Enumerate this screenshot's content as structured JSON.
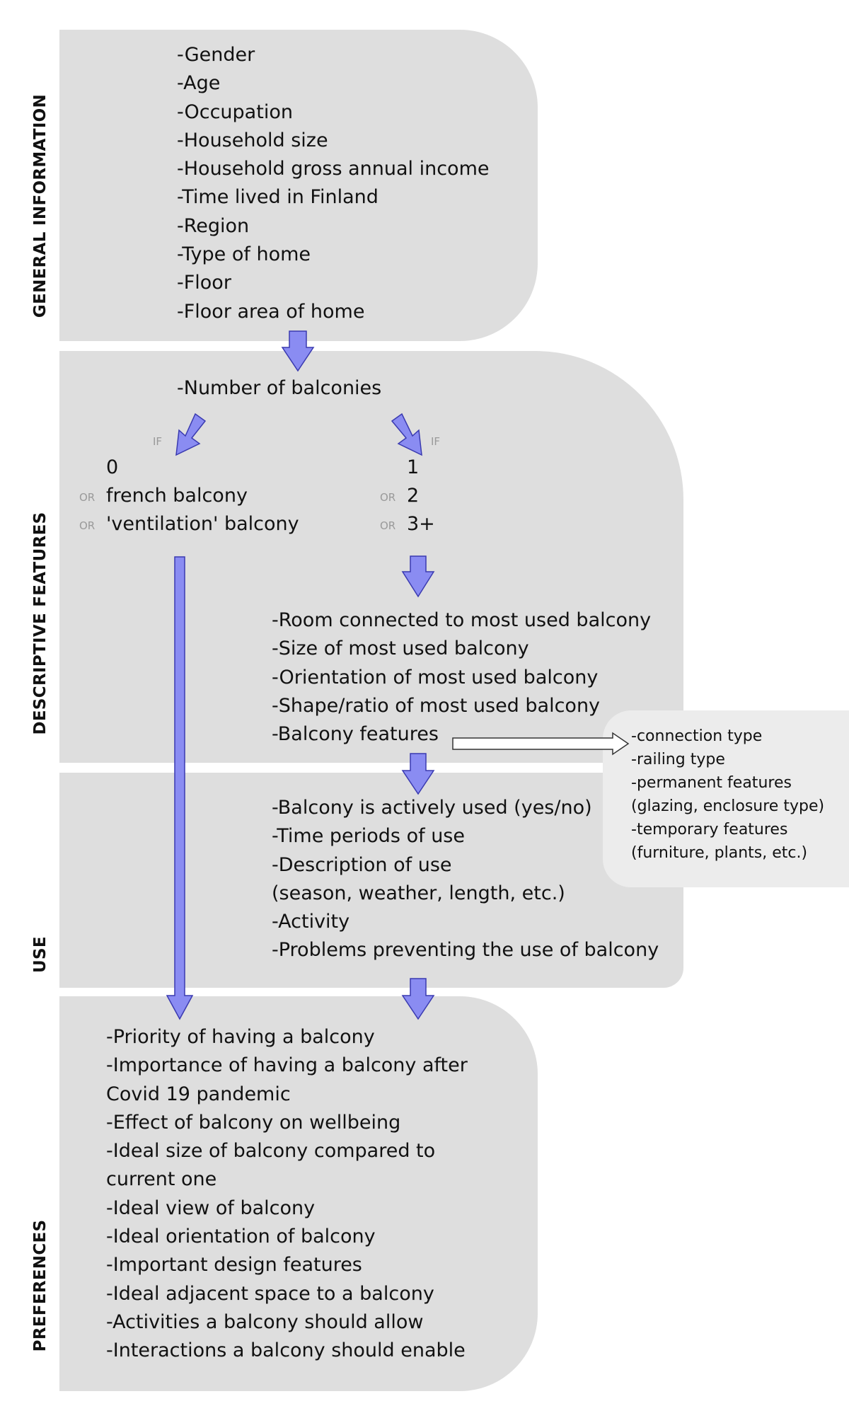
{
  "sections": {
    "general": {
      "label": "GENERAL INFORMATION",
      "items": [
        "-Gender",
        "-Age",
        "-Occupation",
        "-Household size",
        "-Household gross annual income",
        "-Time lived in Finland",
        "-Region",
        "-Type of home",
        "-Floor",
        "-Floor area of home"
      ]
    },
    "descriptive": {
      "label": "DESCRIPTIVE FEATURES",
      "number_item": "-Number of balconies",
      "if_label": "IF",
      "or_label": "OR",
      "left_options": [
        "0",
        "french balcony",
        "'ventilation' balcony"
      ],
      "right_options": [
        "1",
        "2",
        "3+"
      ],
      "items": [
        "-Room connected to most used balcony",
        "-Size of most used balcony",
        "-Orientation of most used balcony",
        "-Shape/ratio of most used balcony",
        "-Balcony features"
      ]
    },
    "features_detail": {
      "items": [
        "-connection type",
        "-railing type",
        "-permanent features",
        "(glazing, enclosure type)",
        "-temporary features",
        "(furniture, plants, etc.)"
      ]
    },
    "use": {
      "label": "USE",
      "items": [
        "-Balcony is actively used (yes/no)",
        "-Time periods of use",
        "-Description of use",
        "(season, weather, length, etc.)",
        "-Activity",
        "-Problems preventing the use of balcony"
      ]
    },
    "preferences": {
      "label": "PREFERENCES",
      "items": [
        "-Priority of having a balcony",
        "-Importance of having a balcony after",
        "Covid 19 pandemic",
        "-Effect of balcony on wellbeing",
        "-Ideal size of balcony compared to",
        "current one",
        "-Ideal view of balcony",
        "-Ideal orientation of balcony",
        "-Important design features",
        "-Ideal adjacent space to a balcony",
        "-Activities a balcony should allow",
        "-Interactions a balcony should enable"
      ]
    }
  },
  "colors": {
    "panel": "#dedede",
    "arrow_fill": "#8a8cf2",
    "arrow_stroke": "#3a3ab0",
    "tag_text": "#9a9a9a"
  }
}
